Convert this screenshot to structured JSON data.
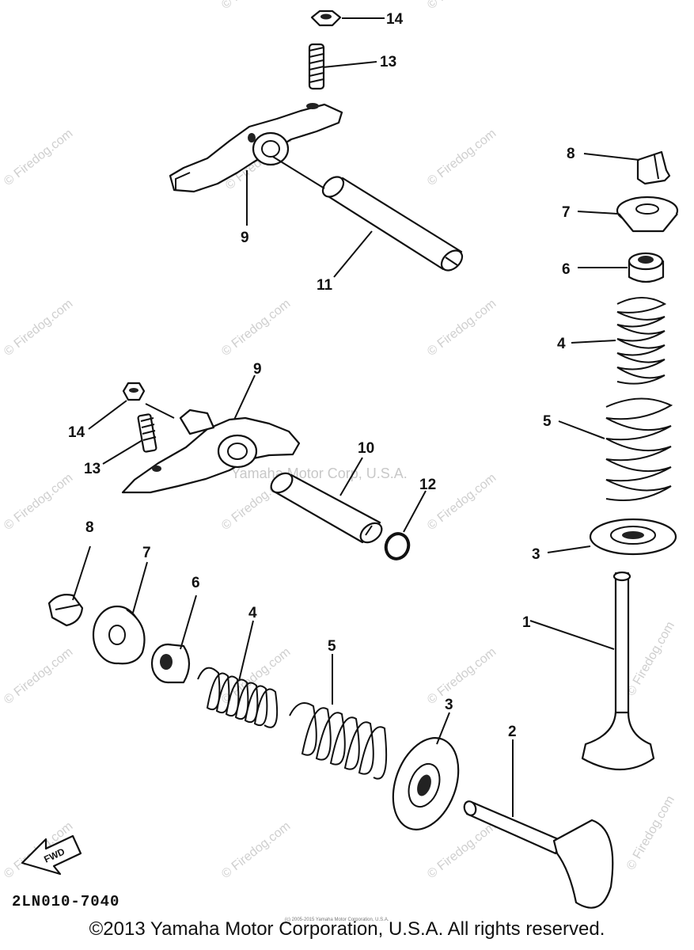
{
  "diagram": {
    "callouts": {
      "c14a": "14",
      "c13a": "13",
      "c9a": "9",
      "c11": "11",
      "c8r": "8",
      "c7r": "7",
      "c6r": "6",
      "c4r": "4",
      "c5r": "5",
      "c3r": "3",
      "c1": "1",
      "c9b": "9",
      "c14b": "14",
      "c13b": "13",
      "c10": "10",
      "c12": "12",
      "c8l": "8",
      "c7l": "7",
      "c6l": "6",
      "c4l": "4",
      "c5l": "5",
      "c3l": "3",
      "c2": "2"
    },
    "fwd_label": "FWD",
    "center_watermark": "Yamaha Motor Corp, U.S.A.",
    "watermark": "© Firedog.com"
  },
  "footer": {
    "diagram_code": "2LN010-7040",
    "copyright": "©2013 Yamaha Motor Corporation, U.S.A. All rights reserved.",
    "fine_print": "(c) 2005-2015 Yamaha Motor Corporation, U.S.A."
  }
}
